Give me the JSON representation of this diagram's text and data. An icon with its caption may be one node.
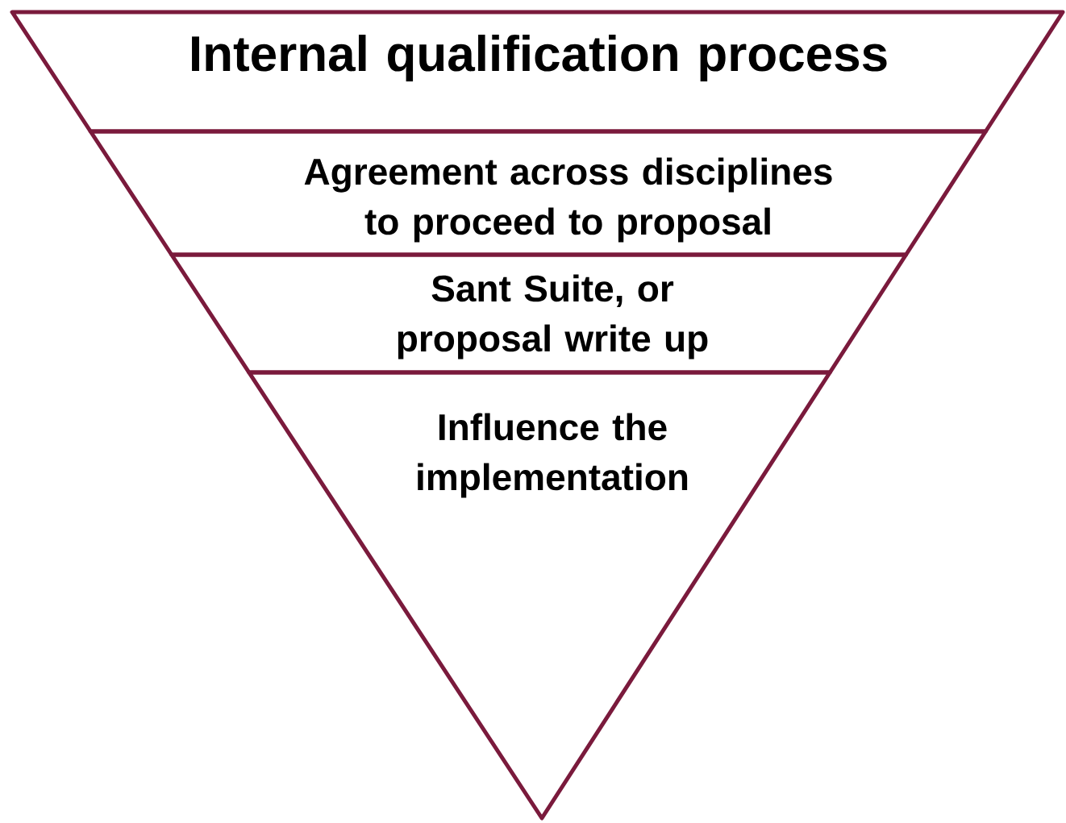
{
  "diagram": {
    "nodes": [
      {
        "text": [
          "Internal qualification process"
        ]
      },
      {
        "text": [
          "Agreement across disciplines to proceed to proposal"
        ]
      },
      {
        "text": [
          "Sant Suite, or proposal write up"
        ]
      },
      {
        "text": [
          "Influence the implementation"
        ]
      }
    ]
  }
}
